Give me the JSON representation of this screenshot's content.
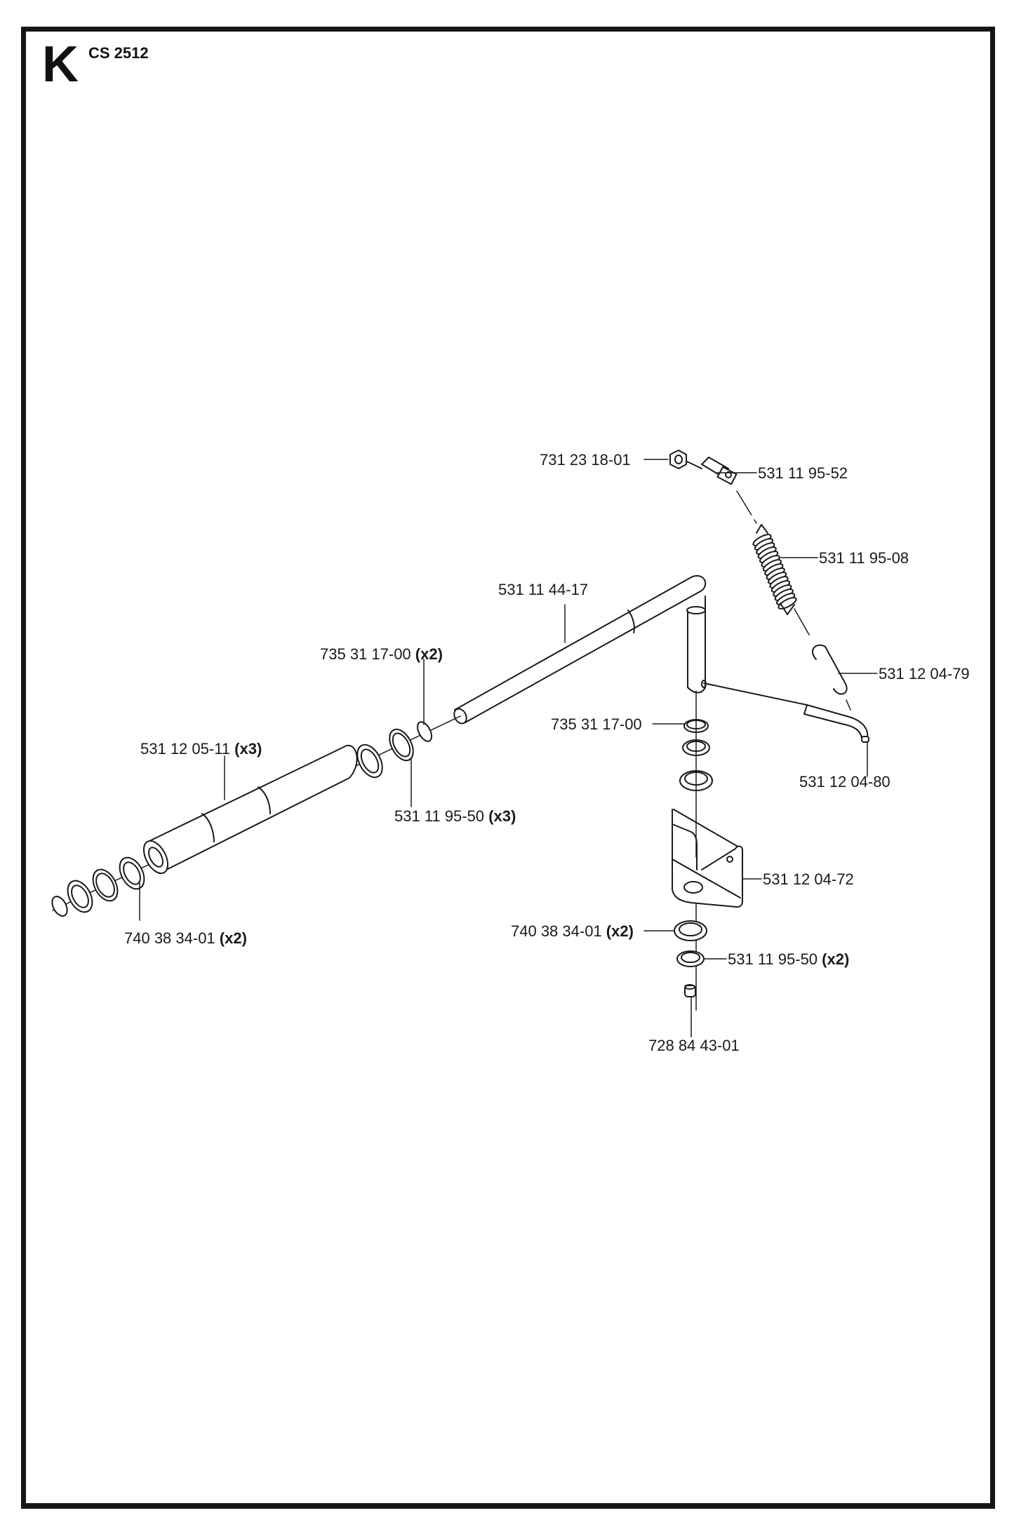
{
  "header": {
    "section_letter": "K",
    "model": "CS 2512"
  },
  "parts": [
    {
      "id": "nut",
      "number": "731 23 18-01",
      "qty": ""
    },
    {
      "id": "spring-anchor",
      "number": "531 11 95-52",
      "qty": ""
    },
    {
      "id": "spring",
      "number": "531 11 95-08",
      "qty": ""
    },
    {
      "id": "s-hook",
      "number": "531 12 04-79",
      "qty": ""
    },
    {
      "id": "shaft",
      "number": "531 11 44-17",
      "qty": ""
    },
    {
      "id": "circlip-upper",
      "number": "735 31 17-00",
      "qty": "(x2)"
    },
    {
      "id": "circlip-vertical",
      "number": "735 31 17-00",
      "qty": ""
    },
    {
      "id": "lever-rod",
      "number": "531 12 04-80",
      "qty": ""
    },
    {
      "id": "roller",
      "number": "531 12 05-11",
      "qty": "(x3)"
    },
    {
      "id": "washer-shaft",
      "number": "531 11 95-50",
      "qty": "(x3)"
    },
    {
      "id": "bracket",
      "number": "531 12 04-72",
      "qty": ""
    },
    {
      "id": "bearing-left",
      "number": "740 38 34-01",
      "qty": "(x2)"
    },
    {
      "id": "bearing-vertical",
      "number": "740 38 34-01",
      "qty": "(x2)"
    },
    {
      "id": "washer-vertical",
      "number": "531 11 95-50",
      "qty": "(x2)"
    },
    {
      "id": "cap",
      "number": "728 84 43-01",
      "qty": ""
    }
  ]
}
